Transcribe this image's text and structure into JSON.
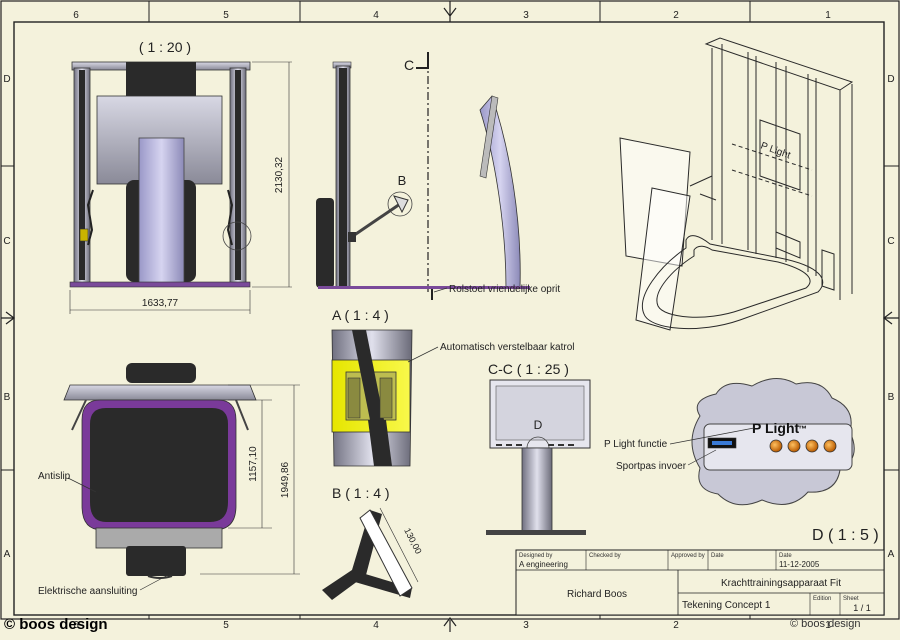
{
  "border": {
    "top_cols": [
      "6",
      "5",
      "4",
      "3",
      "2",
      "1"
    ],
    "bottom_cols": [
      "6",
      "5",
      "4",
      "3",
      "2",
      "1"
    ],
    "left_rows": [
      "D",
      "C",
      "B",
      "A"
    ],
    "right_rows": [
      "D",
      "C",
      "B",
      "A"
    ]
  },
  "views": {
    "front_scale": "( 1 : 20 )",
    "dim_width": "1633,77",
    "dim_height": "2130,32",
    "section_marker": "C",
    "detail_marker": "B",
    "ramp_label": "Rolstoel vriendelijke oprit",
    "detail_a_title": "A ( 1 : 4 )",
    "pulley_label": "Automatisch verstelbaar katrol",
    "section_cc_title": "C-C  ( 1 : 25 )",
    "detail_d_marker": "D",
    "detail_b_title": "B  ( 1 : 4 )",
    "dim_130": "130,00",
    "top_dim_1157": "1157,10",
    "top_dim_1949": "1949,86",
    "antislip_label": "Antislip",
    "power_label": "Elektrische aansluiting",
    "p_light_label": "P Light functie",
    "sport_pass_label": "Sportpas invoer",
    "p_light_text": "P Light",
    "detail_d_title": "D  ( 1 : 5 )"
  },
  "title_block": {
    "designed_by_label": "Designed by",
    "checked_by_label": "Checked by",
    "approved_by_label": "Approved by",
    "date_label": "Date",
    "date2_label": "Date",
    "designed_by": "A engineering",
    "date": "11-12-2005",
    "author": "Richard Boos",
    "product": "Krachttrainingsapparaat Fit",
    "drawing": "Tekening Concept 1",
    "edition_label": "Edition",
    "sheet_label": "Sheet",
    "sheet": "1 / 1"
  },
  "footer": {
    "brand": "© boos design",
    "copyright": "© boos design"
  }
}
